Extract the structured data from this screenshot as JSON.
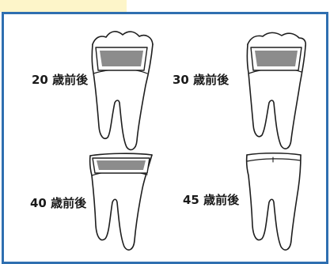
{
  "figure": {
    "colors": {
      "frame": "#2f6fb0",
      "tab": "#fdf5c9",
      "outline": "#1e1e1e",
      "enamel_band": "#8c8c8c"
    },
    "teeth": [
      {
        "label": "20 歳前後",
        "wear": "slight"
      },
      {
        "label": "30 歳前後",
        "wear": "moderate"
      },
      {
        "label": "40 歳前後",
        "wear": "advanced"
      },
      {
        "label": "45 歳前後",
        "wear": "worn flat"
      }
    ]
  }
}
